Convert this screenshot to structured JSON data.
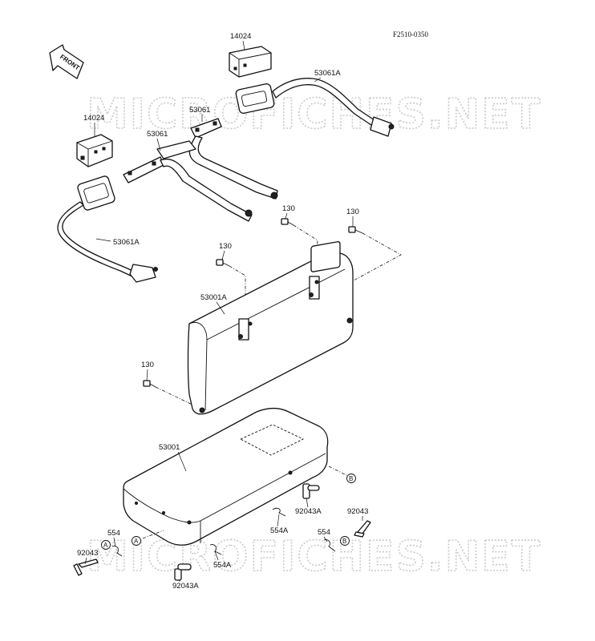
{
  "figure_code": "F2510-0350",
  "front_arrow": "FRONT",
  "watermark": "MICROFICHES.NET",
  "labels": {
    "p14024_top": "14024",
    "p14024_left": "14024",
    "p53061_upper": "53061",
    "p53061_lower": "53061",
    "p53061A_right": "53061A",
    "p53061A_left": "53061A",
    "p130_a": "130",
    "p130_b": "130",
    "p130_c": "130",
    "p130_d": "130",
    "p53001A": "53001A",
    "p53001": "53001",
    "p92043A_right": "92043A",
    "p92043_right": "92043",
    "p554A_center": "554A",
    "p554_right": "554",
    "p554_left": "554",
    "p92043_left": "92043",
    "p554A_left": "554A",
    "p92043A_bottom": "92043A"
  },
  "refs": {
    "a": "A",
    "b": "B"
  }
}
